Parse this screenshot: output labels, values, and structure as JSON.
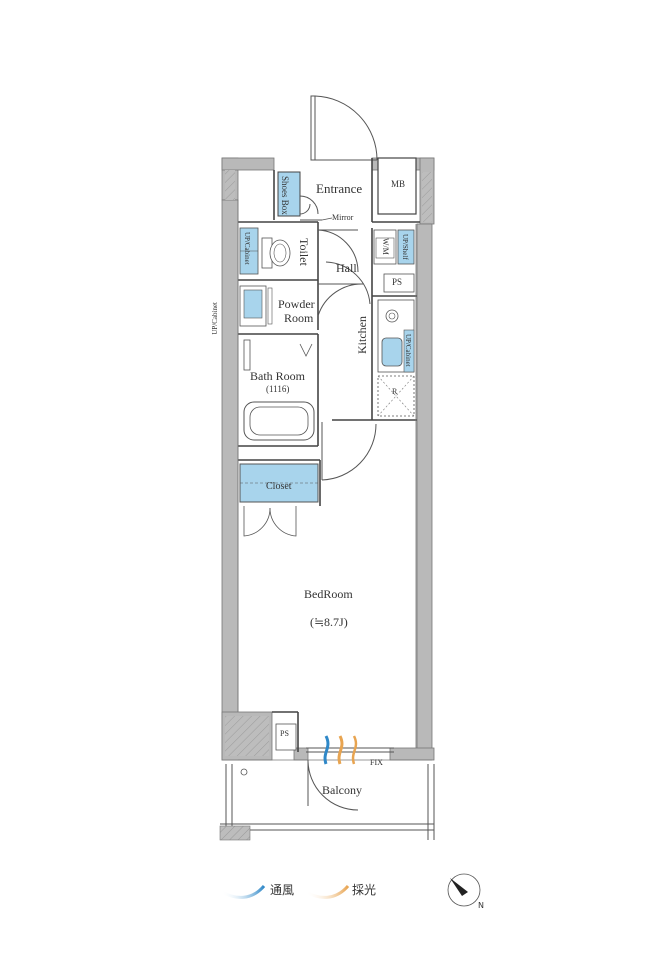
{
  "rooms": {
    "entrance": "Entrance",
    "mb": "MB",
    "shoes_box": "Shoes Box",
    "mirror": "Mirror",
    "toilet": "Toilet",
    "hall": "Hall",
    "wm": "W/M",
    "up_shelf": "UP/Shelf",
    "up_cabinet": "UP/Cabinet",
    "up_cabinet_kitchen": "UP/Cabinet",
    "up_cabinet_left": "UP/Cabinet",
    "ps_top": "PS",
    "powder_room_1": "Powder",
    "powder_room_2": "Room",
    "kitchen": "Kitchen",
    "r": "R",
    "bath_room": "Bath Room",
    "bath_size": "(1116)",
    "closet": "Closet",
    "bedroom": "BedRoom",
    "bedroom_size": "(≒8.7J)",
    "ps_bottom": "PS",
    "fix": "FIX",
    "balcony": "Balcony"
  },
  "legend": {
    "ventilation": "通風",
    "daylight": "採光",
    "ventilation_color": "#2f88c8",
    "daylight_color": "#e8a450"
  },
  "colors": {
    "wall": "#b9b9b9",
    "fixture_fill": "#a8d4ec",
    "line": "#555555"
  }
}
